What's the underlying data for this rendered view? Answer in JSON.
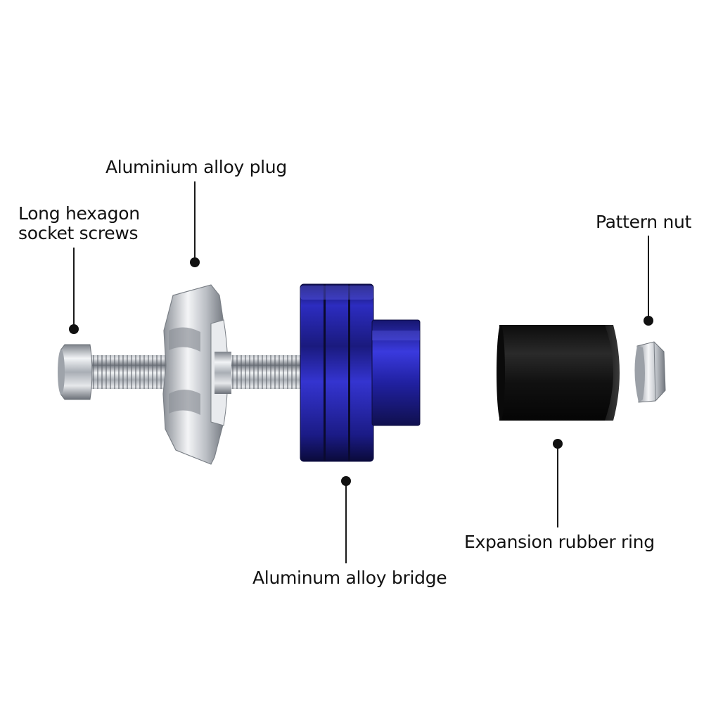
{
  "labels": {
    "screw": {
      "line1": "Long hexagon",
      "line2": "socket screws"
    },
    "plug": "Aluminium alloy plug",
    "nut": "Pattern nut",
    "bridge": "Aluminum alloy bridge",
    "rubber": "Expansion rubber ring"
  },
  "colors": {
    "background": "#ffffff",
    "text": "#111111",
    "bridge_blue": "#2a2aa8",
    "chrome": "#c8ccd2",
    "rubber": "#151515"
  }
}
